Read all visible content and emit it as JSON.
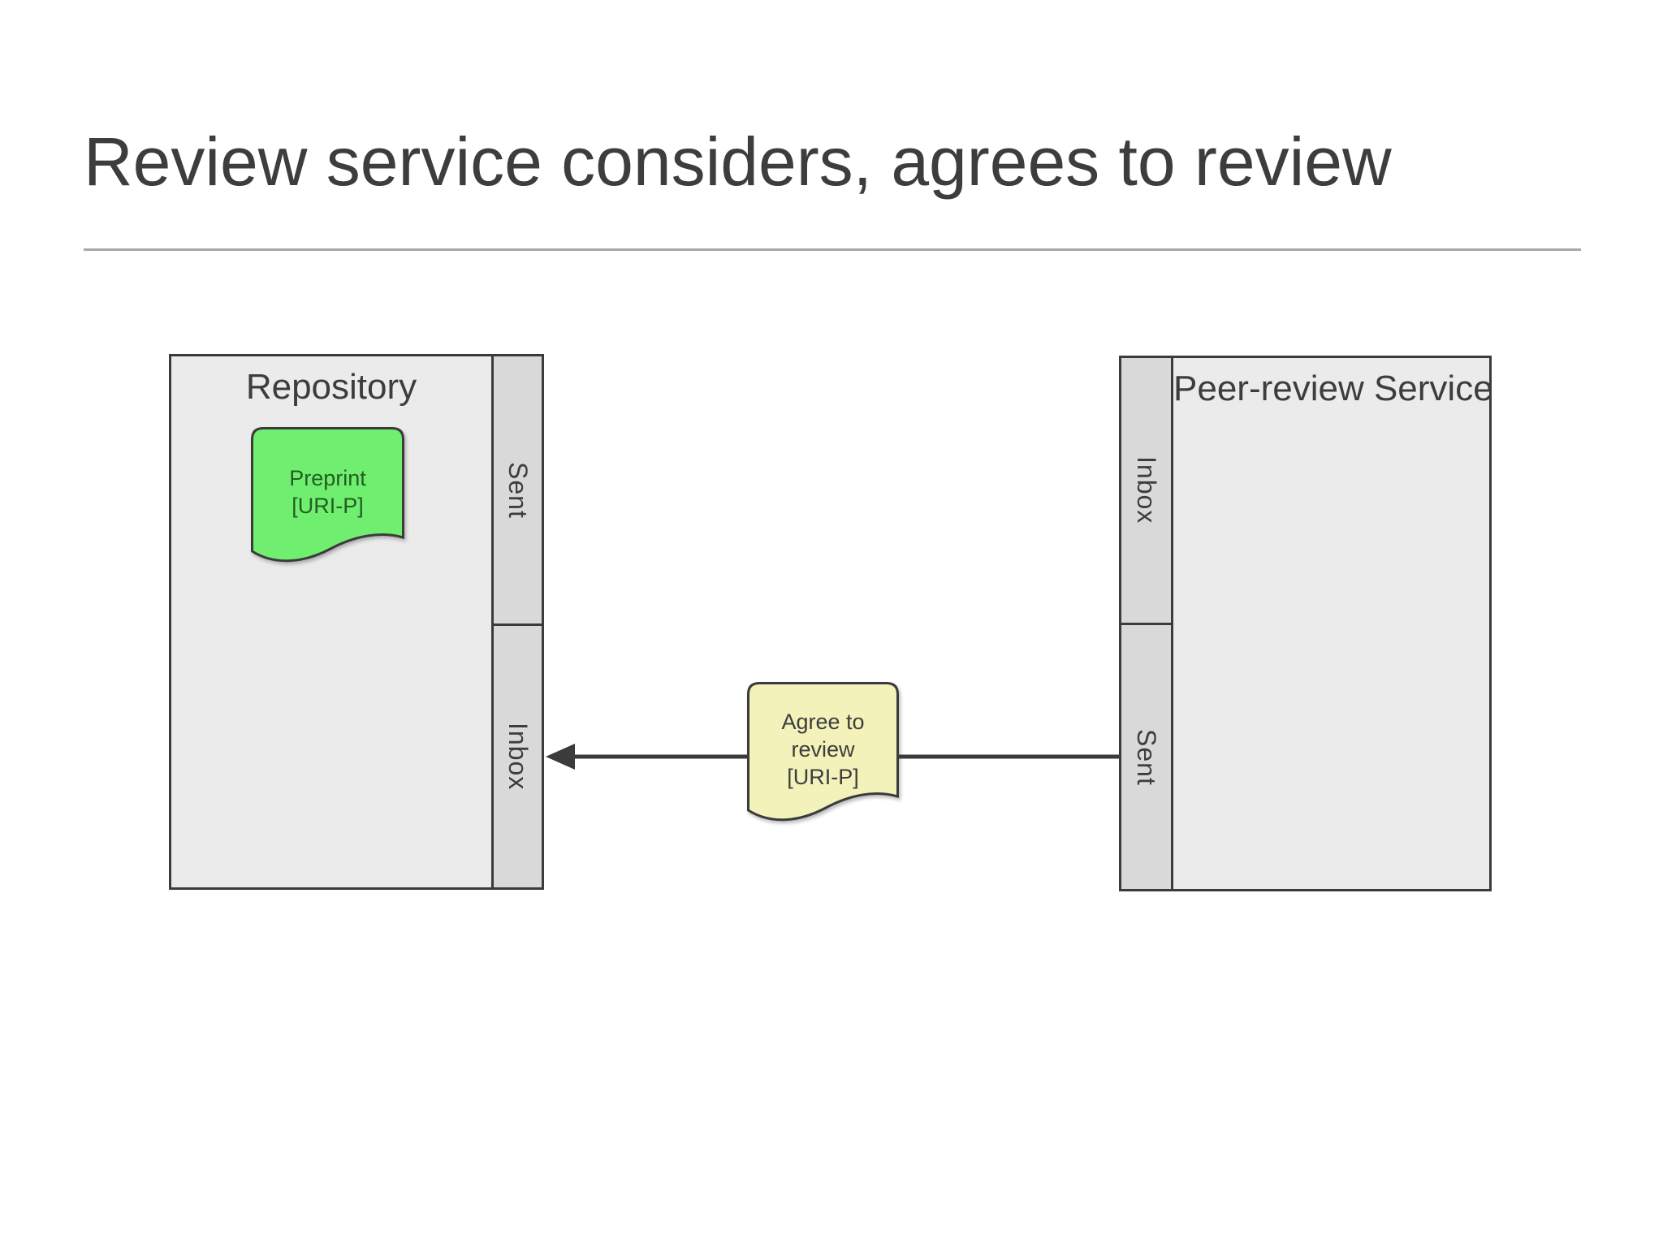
{
  "slide": {
    "title": "Review service considers, agrees to review"
  },
  "repository": {
    "title": "Repository",
    "sent_label": "Sent",
    "inbox_label": "Inbox",
    "preprint_note": {
      "line1": "Preprint",
      "line2": "[URI-P]"
    }
  },
  "peer_review_service": {
    "title": "Peer-review Service",
    "inbox_label": "Inbox",
    "sent_label": "Sent"
  },
  "message_note": {
    "line1": "Agree to",
    "line2": "review",
    "line3": "[URI-P]"
  },
  "colors": {
    "border": "#3b3b3b",
    "panel": "#ebebeb",
    "cell": "#d9d9d9",
    "text": "#3d3d3d",
    "accent_green": "#70ee70",
    "green_text": "#215f21",
    "accent_yellow": "#f2f2ba",
    "divider": "#a8a8a8"
  }
}
